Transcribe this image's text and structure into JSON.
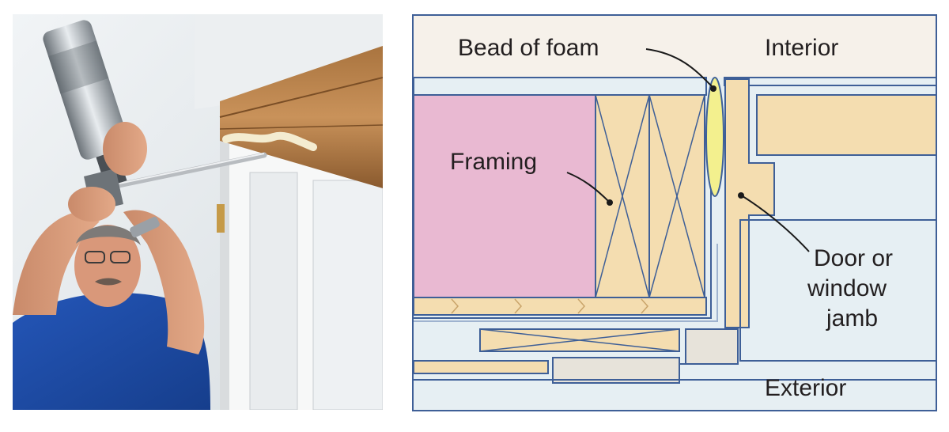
{
  "photo": {
    "alt": "Man applying spray foam from a can with an applicator gun into the gap above a door frame"
  },
  "diagram": {
    "labels": {
      "bead_of_foam": "Bead of foam",
      "interior": "Interior",
      "framing": "Framing",
      "jamb_line1": "Door or",
      "jamb_line2": "window",
      "jamb_line3": "jamb",
      "exterior": "Exterior"
    },
    "colors": {
      "background": "#e6eff3",
      "interior_band": "#f6f1ea",
      "insulation": "#e9b9d2",
      "wood": "#f4ddb0",
      "trim": "#e7e3da",
      "foam": "#f3f08e",
      "outline": "#3e5f97",
      "leader": "#1a1a1a"
    }
  }
}
